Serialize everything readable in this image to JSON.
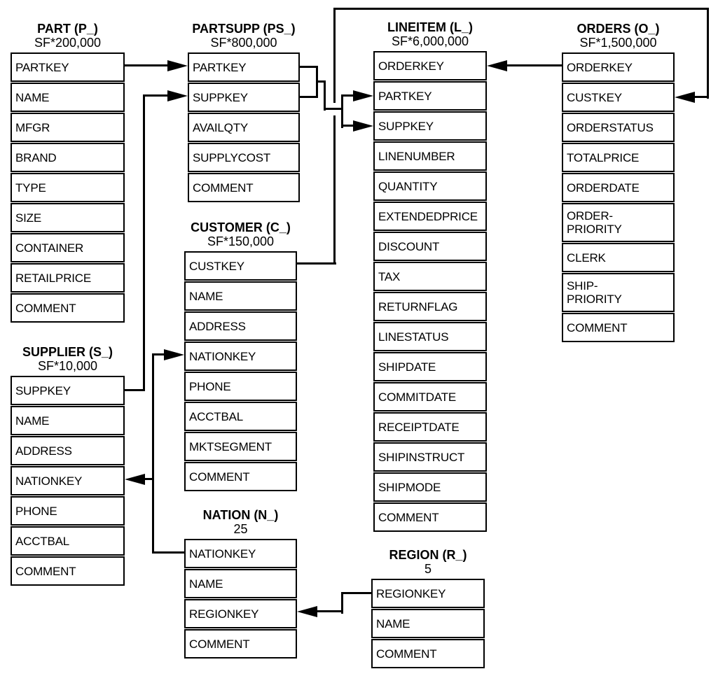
{
  "colors": {
    "line": "#000000",
    "background": "#ffffff",
    "text": "#000000"
  },
  "tables": {
    "part": {
      "title": "PART (P_)",
      "cardinality": "SF*200,000",
      "columns": [
        "PARTKEY",
        "NAME",
        "MFGR",
        "BRAND",
        "TYPE",
        "SIZE",
        "CONTAINER",
        "RETAILPRICE",
        "COMMENT"
      ]
    },
    "partsupp": {
      "title": "PARTSUPP (PS_)",
      "cardinality": "SF*800,000",
      "columns": [
        "PARTKEY",
        "SUPPKEY",
        "AVAILQTY",
        "SUPPLYCOST",
        "COMMENT"
      ]
    },
    "lineitem": {
      "title": "LINEITEM (L_)",
      "cardinality": "SF*6,000,000",
      "columns": [
        "ORDERKEY",
        "PARTKEY",
        "SUPPKEY",
        "LINENUMBER",
        "QUANTITY",
        "EXTENDEDPRICE",
        "DISCOUNT",
        "TAX",
        "RETURNFLAG",
        "LINESTATUS",
        "SHIPDATE",
        "COMMITDATE",
        "RECEIPTDATE",
        "SHIPINSTRUCT",
        "SHIPMODE",
        "COMMENT"
      ]
    },
    "orders": {
      "title": "ORDERS (O_)",
      "cardinality": "SF*1,500,000",
      "columns": [
        "ORDERKEY",
        "CUSTKEY",
        "ORDERSTATUS",
        "TOTALPRICE",
        "ORDERDATE",
        "ORDER-\nPRIORITY",
        "CLERK",
        "SHIP-\nPRIORITY",
        "COMMENT"
      ]
    },
    "customer": {
      "title": "CUSTOMER (C_)",
      "cardinality": "SF*150,000",
      "columns": [
        "CUSTKEY",
        "NAME",
        "ADDRESS",
        "NATIONKEY",
        "PHONE",
        "ACCTBAL",
        "MKTSEGMENT",
        "COMMENT"
      ]
    },
    "supplier": {
      "title": "SUPPLIER (S_)",
      "cardinality": "SF*10,000",
      "columns": [
        "SUPPKEY",
        "NAME",
        "ADDRESS",
        "NATIONKEY",
        "PHONE",
        "ACCTBAL",
        "COMMENT"
      ]
    },
    "nation": {
      "title": "NATION (N_)",
      "cardinality": "25",
      "columns": [
        "NATIONKEY",
        "NAME",
        "REGIONKEY",
        "COMMENT"
      ]
    },
    "region": {
      "title": "REGION (R_)",
      "cardinality": "5",
      "columns": [
        "REGIONKEY",
        "NAME",
        "COMMENT"
      ]
    }
  },
  "relationships": [
    {
      "from": "PART.PARTKEY",
      "to": "PARTSUPP.PARTKEY"
    },
    {
      "from": "SUPPLIER.SUPPKEY",
      "to": "PARTSUPP.SUPPKEY"
    },
    {
      "from": "PARTSUPP.PARTKEY",
      "to": "LINEITEM.PARTKEY"
    },
    {
      "from": "PARTSUPP.SUPPKEY",
      "to": "LINEITEM.SUPPKEY"
    },
    {
      "from": "ORDERS.ORDERKEY",
      "to": "LINEITEM.ORDERKEY"
    },
    {
      "from": "CUSTOMER.CUSTKEY",
      "to": "ORDERS.CUSTKEY"
    },
    {
      "from": "NATION.NATIONKEY",
      "to": "CUSTOMER.NATIONKEY"
    },
    {
      "from": "NATION.NATIONKEY",
      "to": "SUPPLIER.NATIONKEY"
    },
    {
      "from": "REGION.REGIONKEY",
      "to": "NATION.REGIONKEY"
    }
  ]
}
